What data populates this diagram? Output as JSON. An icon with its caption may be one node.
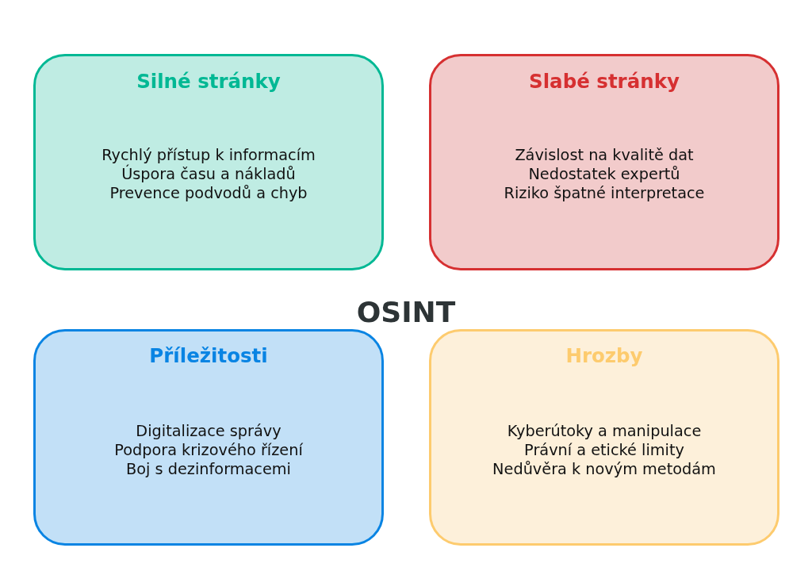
{
  "diagram": {
    "title": "OSINT",
    "nodes": [
      {
        "text": [
          "Silné stránky",
          "Rychlý přístup k informacím",
          "Úspora času a nákladů",
          "Prevence podvodů a chyb"
        ]
      },
      {
        "text": [
          "Slabé stránky",
          "Závislost na kvalitě dat",
          "Nedostatek expertů",
          "Riziko špatné interpretace"
        ]
      },
      {
        "text": [
          "Příležitosti",
          "Digitalizace správy",
          "Podpora krizového řízení",
          "Boj s dezinformacemi"
        ]
      },
      {
        "text": [
          "Hrozby",
          "Kyberútoky a manipulace",
          "Právní a etické limity",
          "Nedůvěra k novým metodám"
        ]
      }
    ]
  }
}
